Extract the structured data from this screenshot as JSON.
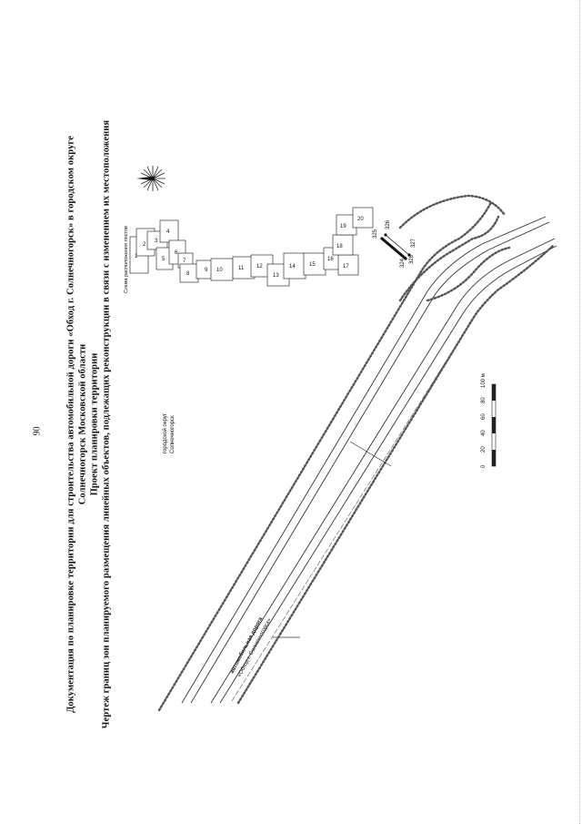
{
  "page_number": "90",
  "title_lines": [
    "Документация по планировке территории для строительства автомобильной дороги «Обход г. Солнечногорск» в городском округе",
    "Солнечногорск Московской области",
    "Проект планировки территории",
    "Чертеж границ зон планируемого размещения линейных объектов, подлежащих реконструкции в связи с изменением их местоположения"
  ],
  "map": {
    "district_label_line1": "городской округ",
    "district_label_line2": "Солнечногорск",
    "road_label_line1": "автомобильная дорога",
    "road_label_line2": "«Обход г. Солнечногорск»",
    "sheet_scheme_caption": "Схема расположения листов",
    "sheets": [
      "1",
      "2",
      "3",
      "4",
      "5",
      "6",
      "7",
      "8",
      "9",
      "10",
      "11",
      "12",
      "13",
      "14",
      "15",
      "16",
      "17",
      "18",
      "19",
      "20"
    ],
    "point_labels": [
      "325",
      "326",
      "327",
      "324",
      "328"
    ],
    "scale_ticks": [
      "0",
      "20",
      "40",
      "60",
      "80",
      "100 м"
    ]
  }
}
